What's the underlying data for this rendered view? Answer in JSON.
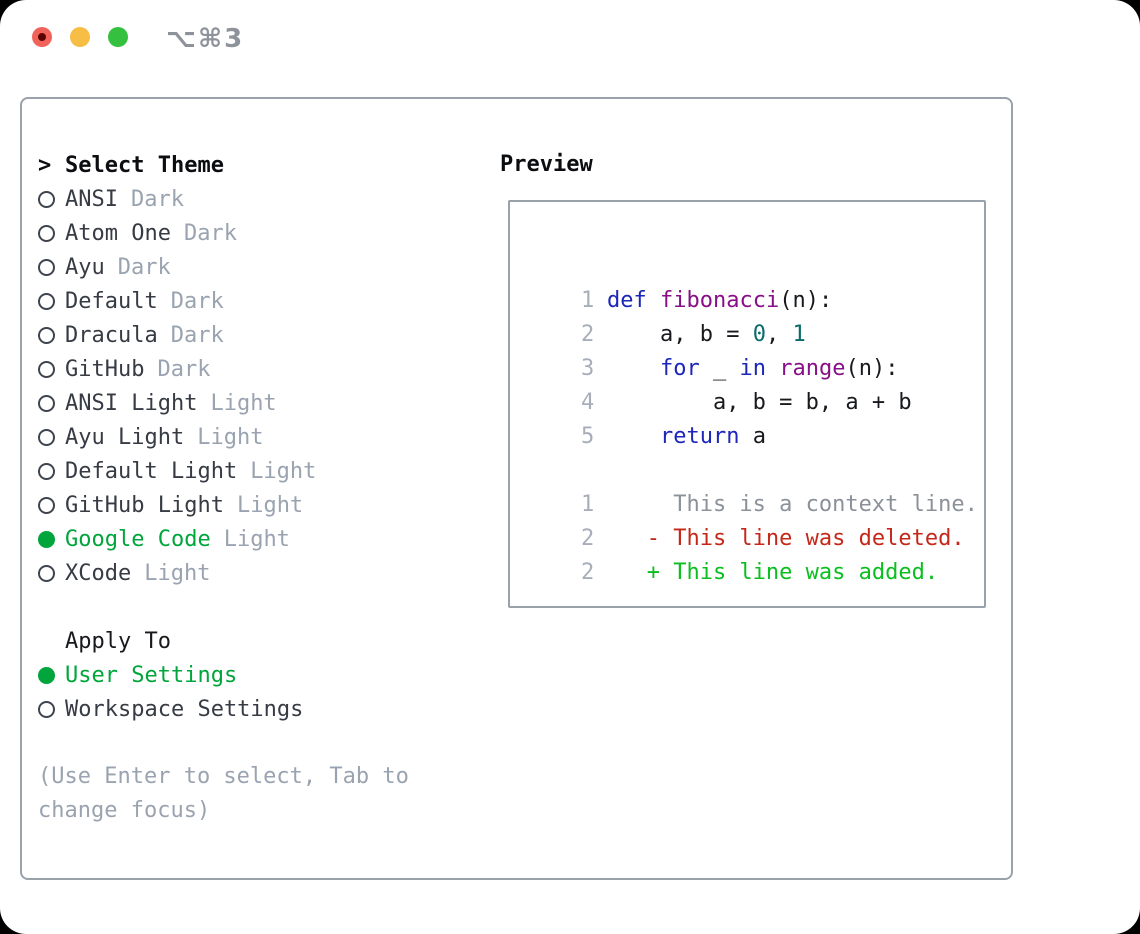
{
  "window": {
    "title": "⌥⌘3",
    "traffic_lights": [
      "close",
      "minimize",
      "zoom"
    ]
  },
  "theme_picker": {
    "header_prefix": ">",
    "header": "Select Theme",
    "items": [
      {
        "name": "ANSI",
        "tag": "Dark",
        "selected": false
      },
      {
        "name": "Atom One",
        "tag": "Dark",
        "selected": false
      },
      {
        "name": "Ayu",
        "tag": "Dark",
        "selected": false
      },
      {
        "name": "Default",
        "tag": "Dark",
        "selected": false
      },
      {
        "name": "Dracula",
        "tag": "Dark",
        "selected": false
      },
      {
        "name": "GitHub",
        "tag": "Dark",
        "selected": false
      },
      {
        "name": "ANSI Light",
        "tag": "Light",
        "selected": false
      },
      {
        "name": "Ayu Light",
        "tag": "Light",
        "selected": false
      },
      {
        "name": "Default Light",
        "tag": "Light",
        "selected": false
      },
      {
        "name": "GitHub Light",
        "tag": "Light",
        "selected": false
      },
      {
        "name": "Google Code",
        "tag": "Light",
        "selected": true
      },
      {
        "name": "XCode",
        "tag": "Light",
        "selected": false
      }
    ]
  },
  "apply_to": {
    "header": "Apply To",
    "options": [
      {
        "label": "User Settings",
        "selected": true
      },
      {
        "label": "Workspace Settings",
        "selected": false
      }
    ]
  },
  "hint": "(Use Enter to select, Tab to change focus)",
  "preview": {
    "title": "Preview",
    "code_lines": [
      {
        "num": "1",
        "tokens": [
          {
            "t": "def",
            "c": "kw"
          },
          {
            "t": " ",
            "c": "plain"
          },
          {
            "t": "fibonacci",
            "c": "fn"
          },
          {
            "t": "(n):",
            "c": "plain"
          }
        ]
      },
      {
        "num": "2",
        "tokens": [
          {
            "t": "    a, b = ",
            "c": "plain"
          },
          {
            "t": "0",
            "c": "num"
          },
          {
            "t": ", ",
            "c": "plain"
          },
          {
            "t": "1",
            "c": "num"
          }
        ]
      },
      {
        "num": "3",
        "tokens": [
          {
            "t": "    ",
            "c": "plain"
          },
          {
            "t": "for",
            "c": "kw"
          },
          {
            "t": " _ ",
            "c": "plain"
          },
          {
            "t": "in",
            "c": "kw"
          },
          {
            "t": " ",
            "c": "plain"
          },
          {
            "t": "range",
            "c": "fn"
          },
          {
            "t": "(n):",
            "c": "plain"
          }
        ]
      },
      {
        "num": "4",
        "tokens": [
          {
            "t": "        a, b = b, a + b",
            "c": "plain"
          }
        ]
      },
      {
        "num": "5",
        "tokens": [
          {
            "t": "    ",
            "c": "plain"
          },
          {
            "t": "return",
            "c": "kw"
          },
          {
            "t": " a",
            "c": "plain"
          }
        ]
      },
      {
        "num": "",
        "tokens": []
      },
      {
        "num": "1",
        "tokens": [
          {
            "t": "     This is a context line.",
            "c": "ctx"
          }
        ]
      },
      {
        "num": "2",
        "tokens": [
          {
            "t": "   - This line was deleted.",
            "c": "del"
          }
        ]
      },
      {
        "num": "2",
        "tokens": [
          {
            "t": "   + This line was added.",
            "c": "add"
          }
        ]
      }
    ]
  },
  "colors": {
    "accent_green": "#00a53c",
    "keyword_blue": "#1c26b8",
    "function_purple": "#870f87",
    "number_teal": "#0a6b6b",
    "plain_code": "#17191d",
    "context_gray": "#8b9199",
    "deleted_red": "#c5281a",
    "added_green": "#0abf1f",
    "muted_gray": "#9aa3b0",
    "line_number_gray": "#a7aeba",
    "border_gray": "#99a1aa",
    "text_dark": "#363b44",
    "traffic_red": "#f1635a",
    "traffic_yellow": "#f7bd45",
    "traffic_green": "#35c13f"
  }
}
